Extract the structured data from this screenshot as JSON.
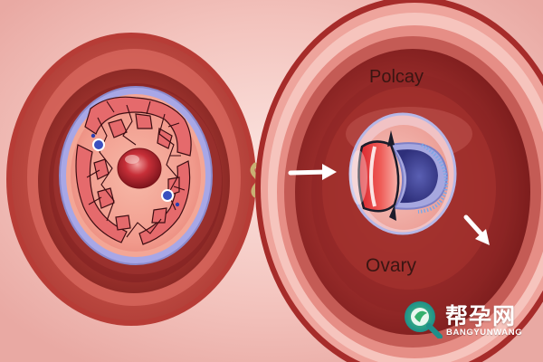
{
  "labels": {
    "top": "Polcay",
    "bottom": "Ovary"
  },
  "watermark": {
    "chinese": "帮孕网",
    "english": "BANGYUNWANG",
    "logo_icon": "magnifier-leaf-logo"
  },
  "colors": {
    "background": "#f4c8c4",
    "outer_ring": "#b8433f",
    "deep_red": "#8a2223",
    "lavender_membrane": "#a7a6e6",
    "arrow": "#ffffff"
  }
}
